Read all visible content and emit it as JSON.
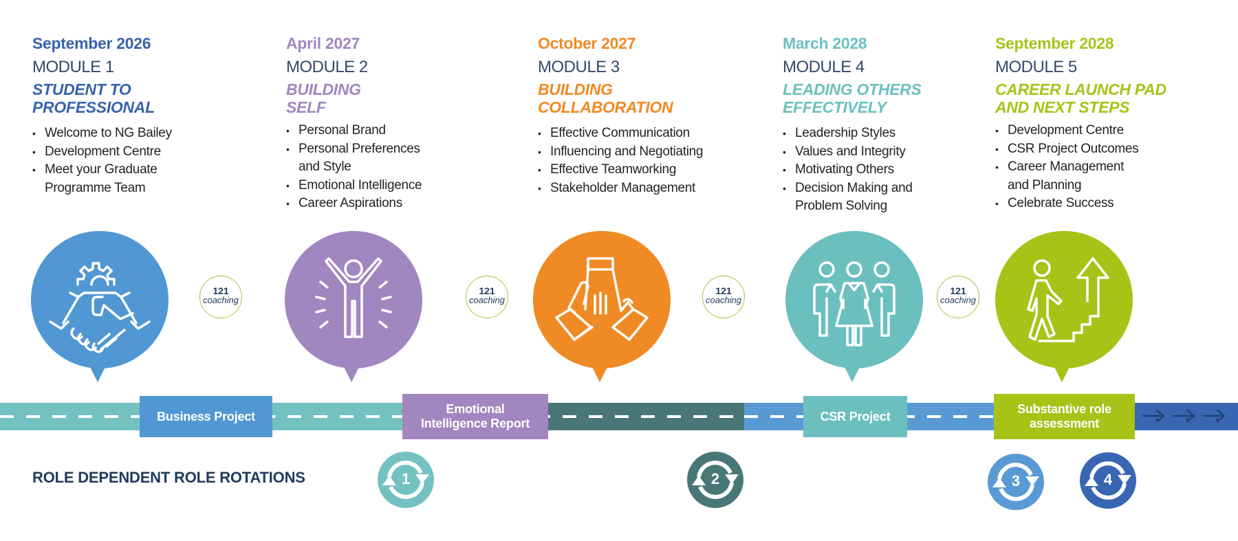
{
  "colors": {
    "blue": "#5197d3",
    "purple": "#a186bf",
    "orange": "#f08a24",
    "teal": "#6cbfbf",
    "green": "#a9c218",
    "dark_teal": "#497777",
    "navy": "#3866b2",
    "text_dark": "#1f3a5c"
  },
  "modules": [
    {
      "date": "September 2026",
      "module": "MODULE 1",
      "title_line1": "STUDENT TO",
      "title_line2": "PROFESSIONAL",
      "items": [
        "Welcome to NG Bailey",
        "Development Centre",
        "Meet your Graduate Programme Team"
      ],
      "icon": "handshake-gear-icon"
    },
    {
      "date": "April 2027",
      "module": "MODULE 2",
      "title_line1": "BUILDING",
      "title_line2": "SELF",
      "items": [
        "Personal Brand",
        "Personal Preferences and Style",
        "Emotional Intelligence",
        "Career Aspirations"
      ],
      "icon": "person-celebrating-icon"
    },
    {
      "date": "October 2027",
      "module": "MODULE 3",
      "title_line1": "BUILDING",
      "title_line2": "COLLABORATION",
      "items": [
        "Effective Communication",
        "Influencing and Negotiating",
        "Effective Teamworking",
        "Stakeholder Management"
      ],
      "icon": "stacked-hands-icon"
    },
    {
      "date": "March 2028",
      "module": "MODULE 4",
      "title_line1": "LEADING OTHERS",
      "title_line2": "EFFECTIVELY",
      "items": [
        "Leadership Styles",
        "Values and Integrity",
        "Motivating Others",
        "Decision Making and Problem Solving"
      ],
      "icon": "group-of-people-icon"
    },
    {
      "date": "September 2028",
      "module": "MODULE 5",
      "title_line1": "CAREER LAUNCH PAD",
      "title_line2": "AND NEXT STEPS",
      "items": [
        "Development Centre",
        "CSR Project Outcomes",
        "Career Management and Planning",
        "Celebrate Success"
      ],
      "icon": "person-climbing-stairs-icon"
    }
  ],
  "coaching": [
    {
      "num": "121",
      "label": "coaching"
    },
    {
      "num": "121",
      "label": "coaching"
    },
    {
      "num": "121",
      "label": "coaching"
    },
    {
      "num": "121",
      "label": "coaching"
    }
  ],
  "milestones": [
    {
      "label": "Business Project"
    },
    {
      "label_line1": "Emotional",
      "label_line2": "Intelligence Report"
    },
    {
      "label": "CSR Project"
    },
    {
      "label_line1": "Substantive role",
      "label_line2": "assessment"
    }
  ],
  "rotations": {
    "label": "ROLE DEPENDENT ROLE ROTATIONS",
    "items": [
      "1",
      "2",
      "3",
      "4"
    ]
  }
}
